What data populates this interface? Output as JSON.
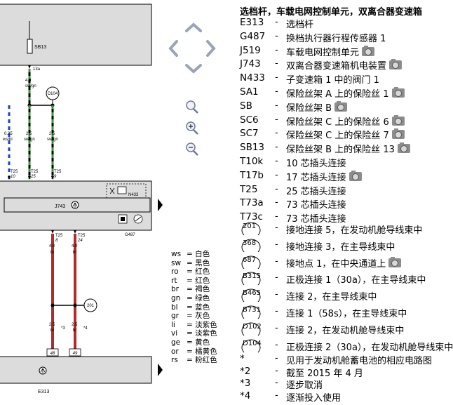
{
  "diagram": {
    "fuse_label": "SB13",
    "fuse_pin": "13a",
    "wire_main_size": "4.0",
    "wire_main_color": "sw/gn",
    "node_d104": "D104",
    "w1_size": "0.35",
    "w1_color": "ws/bl",
    "w2_size": "2.5",
    "w2_color": "sw/gn",
    "w3_size": "2.5",
    "w3_color": "sw/gn",
    "c1_name": "T25",
    "c1_pin": "10",
    "c2_name": "T25",
    "c2_pin": "25",
    "c3_name": "T25",
    "c3_pin": "9",
    "n433_label": "N433",
    "j743_label": "J743",
    "g487_label": "G487",
    "c4_name": "T25",
    "c4_pin": "8",
    "c5_name": "T25",
    "c5_pin": "24",
    "w4_size": "4.0",
    "w4_color": "br",
    "w5_size": "4.0",
    "w5_color": "br",
    "node_201": "201",
    "w6_size": "2.5",
    "w6_color": "br",
    "w6_note": "*3",
    "w7_size": "2.5",
    "w7_color": "br",
    "w7_note": "*4",
    "ground1": "48",
    "ground2": "49",
    "e313_label": "E313"
  },
  "color_key": [
    {
      "code": "ws",
      "name": "白色"
    },
    {
      "code": "sw",
      "name": "黑色"
    },
    {
      "code": "ro",
      "name": "红色"
    },
    {
      "code": "rt",
      "name": "红色"
    },
    {
      "code": "br",
      "name": "褐色"
    },
    {
      "code": "gn",
      "name": "绿色"
    },
    {
      "code": "bl",
      "name": "蓝色"
    },
    {
      "code": "gr",
      "name": "灰色"
    },
    {
      "code": "li",
      "name": "淡紫色"
    },
    {
      "code": "vi",
      "name": "淡紫色"
    },
    {
      "code": "ge",
      "name": "黄色"
    },
    {
      "code": "or",
      "name": "橘黄色"
    },
    {
      "code": "rs",
      "name": "粉红色"
    }
  ],
  "legend": {
    "title": "选档杆，车载电网控制单元，双离合器变速箱",
    "items": [
      {
        "code": "E313",
        "desc": "选档杆",
        "camera": false
      },
      {
        "code": "G487",
        "desc": "换档执行器行程传感器 1",
        "camera": false
      },
      {
        "code": "J519",
        "desc": "车载电网控制单元",
        "camera": true
      },
      {
        "code": "J743",
        "desc": "双离合器变速箱机电装置",
        "camera": true
      },
      {
        "code": "N433",
        "desc": "子变速箱 1 中的阀门 1",
        "camera": false
      },
      {
        "code": "SA1",
        "desc": "保险丝架 A 上的保险丝 1",
        "camera": true
      },
      {
        "code": "SB",
        "desc": "保险丝架 B",
        "camera": true
      },
      {
        "code": "SC6",
        "desc": "保险丝架 C 上的保险丝 6",
        "camera": true
      },
      {
        "code": "SC7",
        "desc": "保险丝架 C 上的保险丝 7",
        "camera": true
      },
      {
        "code": "SB13",
        "desc": "保险丝架 B 上的保险丝 13",
        "camera": true
      },
      {
        "code": "T10k",
        "desc": "10 芯插头连接",
        "camera": false
      },
      {
        "code": "T17b",
        "desc": "17 芯插头连接",
        "camera": true
      },
      {
        "code": "T25",
        "desc": "25 芯插头连接",
        "camera": false
      },
      {
        "code": "T73a",
        "desc": "73 芯插头连接",
        "camera": false
      },
      {
        "code": "T73c",
        "desc": "73 芯插头连接",
        "camera": false
      }
    ],
    "circle_items": [
      {
        "code": "201",
        "desc": "接地连接 5，在发动机舱导线束中",
        "camera": false
      },
      {
        "code": "368",
        "desc": "接地连接 3，在主导线束中",
        "camera": false
      },
      {
        "code": "687",
        "desc": "接地点 1，在中央通道上",
        "camera": true
      },
      {
        "code": "B315",
        "desc": "正极连接 1（30a），在主导线束中",
        "camera": false
      },
      {
        "code": "B465",
        "desc": "连接 2，在主导线束中",
        "camera": false
      },
      {
        "code": "B731",
        "desc": "连接 1（58s），在主导线束中",
        "camera": false
      },
      {
        "code": "D102",
        "desc": "连接 2，在发动机舱导线束中",
        "camera": false
      },
      {
        "code": "D104",
        "desc": "正极连接 2（30a），在发动机舱导线束中",
        "camera": false
      }
    ],
    "notes": [
      {
        "code": "*",
        "desc": "见用于发动机舱蓄电池的相应电路图"
      },
      {
        "code": "*2",
        "desc": "截至 2015 年 4 月"
      },
      {
        "code": "*3",
        "desc": "逐步取消"
      },
      {
        "code": "*4",
        "desc": "逐渐投入使用"
      }
    ]
  },
  "colors": {
    "wire_black_green": "#1a1a1a",
    "wire_green": "#2e9e2e",
    "wire_blue": "#1f3fd6",
    "wire_brown": "#b22a2a",
    "box_fill": "#dcdcdc",
    "nav_fill": "#9aa4b8"
  }
}
